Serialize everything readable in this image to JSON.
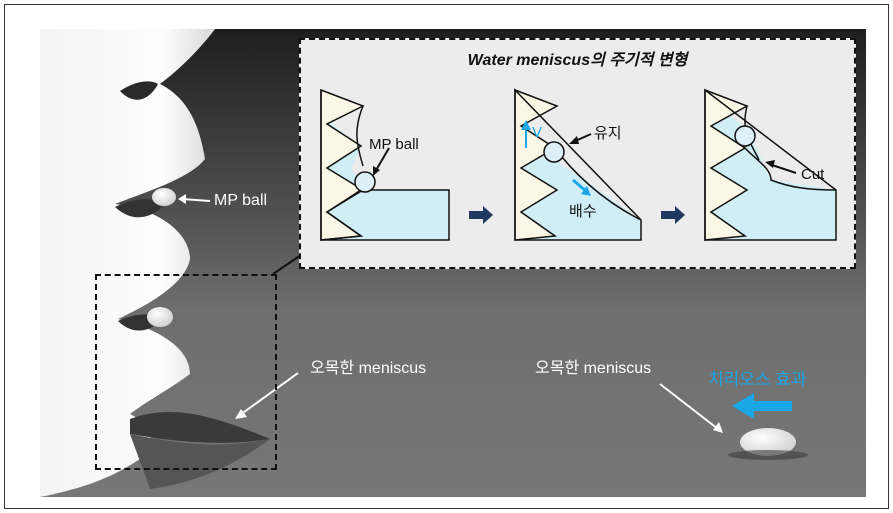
{
  "inset": {
    "title_bold": "Water meniscus",
    "title_rest": "의 주기적 변형",
    "panel1_label": "MP ball",
    "panel2_velocity": "V",
    "panel2_keep": "유지",
    "panel2_drain": "배수",
    "panel3_cut": "Cut"
  },
  "photo": {
    "mp_ball_label": "MP ball",
    "left_meniscus_label": "오목한 meniscus",
    "right_meniscus_label": "오목한 meniscus",
    "cheerios_label": "치리오스 효과"
  },
  "colors": {
    "water": "#cfeef6",
    "accent_blue": "#19a7e8",
    "arrow_navy": "#1f3864",
    "sawtooth_fill": "#fbf7e6"
  }
}
